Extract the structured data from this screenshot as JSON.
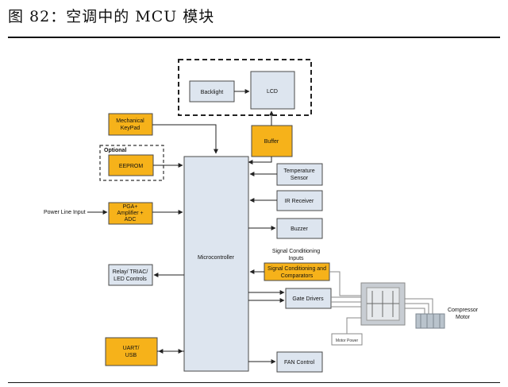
{
  "figure": {
    "title": "图 82：空调中的 MCU 模块"
  },
  "diagram": {
    "backlight": "Backlight",
    "lcd": "LCD",
    "mechanical_keypad": [
      "Mechanical",
      "KeyPad"
    ],
    "optional": "Optional",
    "eeprom": "EEPROM",
    "buffer": "Buffer",
    "temperature_sensor": [
      "Temperature",
      "Sensor"
    ],
    "ir_receiver": "IR Receiver",
    "power_line_input": "Power Line Input",
    "pga": [
      "PGA+",
      "Amplifier +",
      "ADC"
    ],
    "buzzer": "Buzzer",
    "microcontroller": "Microcontroller",
    "signal_conditioning_inputs": [
      "Signal Conditioning",
      "Inputs"
    ],
    "signal_conditioning_comparators": [
      "Signal Conditioning and",
      "Comparators"
    ],
    "relay": [
      "Relay/ TRIAC/",
      "LED Controls"
    ],
    "gate_drivers": "Gate Drivers",
    "compressor_motor": [
      "Compressor",
      "Motor"
    ],
    "motor_power": "Motor Power",
    "uart_usb": [
      "UART/",
      "USB"
    ],
    "fan_control": "FAN Control"
  },
  "colors": {
    "gray_block": "#dde5ef",
    "orange_block": "#f6b21a"
  }
}
